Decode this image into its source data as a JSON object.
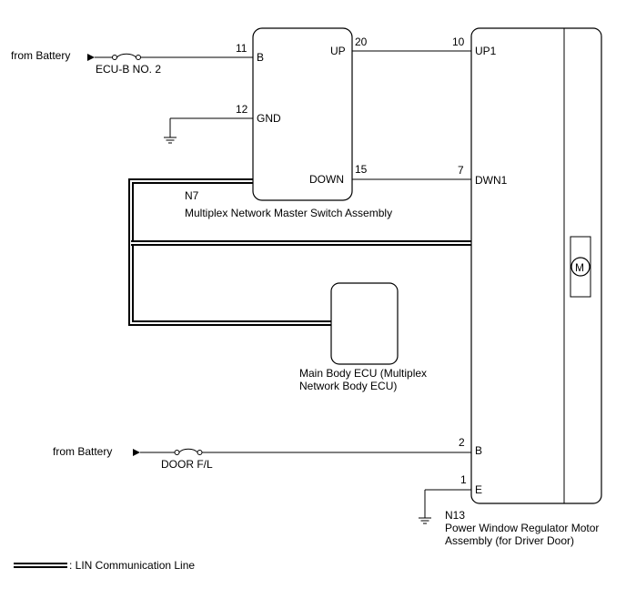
{
  "battery": {
    "top_label": "from Battery",
    "bottom_label": "from Battery"
  },
  "fuses": {
    "ecu_b": "ECU-B NO. 2",
    "door": "DOOR F/L"
  },
  "master_switch": {
    "code": "N7",
    "name": "Multiplex Network Master Switch Assembly",
    "pins": {
      "b_num": "11",
      "b_name": "B",
      "gnd_num": "12",
      "gnd_name": "GND",
      "up_num": "20",
      "up_name": "UP",
      "down_num": "15",
      "down_name": "DOWN"
    }
  },
  "body_ecu": {
    "name_line1": "Main Body ECU (Multiplex",
    "name_line2": "Network Body ECU)"
  },
  "regulator": {
    "code": "N13",
    "name_line1": "Power Window Regulator Motor",
    "name_line2": "Assembly (for Driver Door)",
    "pins": {
      "up1_num": "10",
      "up1_name": "UP1",
      "dwn1_num": "7",
      "dwn1_name": "DWN1",
      "b_num": "2",
      "b_name": "B",
      "e_num": "1",
      "e_name": "E"
    },
    "motor_label": "M"
  },
  "legend": {
    "label": ": LIN Communication Line"
  }
}
